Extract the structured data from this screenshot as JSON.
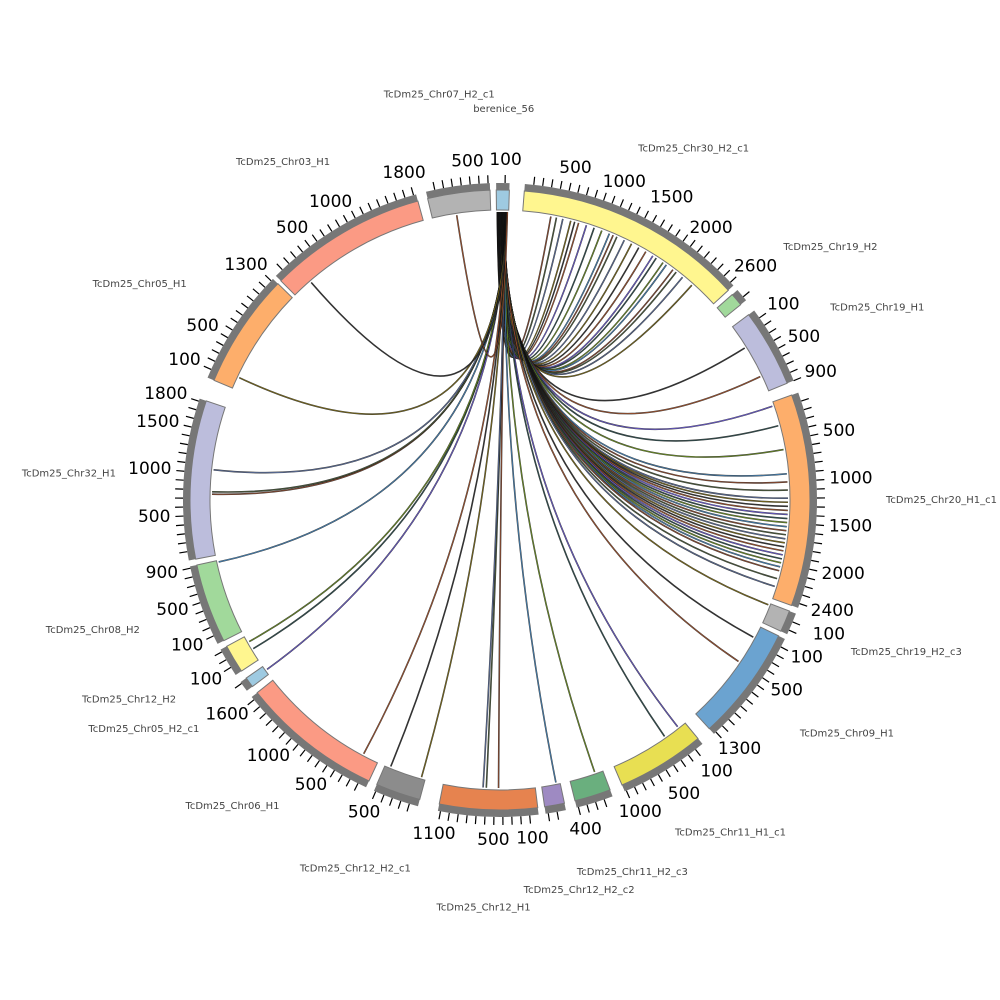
{
  "title": "Circos link plot",
  "segments": [
    {
      "name": "berenice_56",
      "length": 150,
      "color": "#9ecae1"
    },
    {
      "name": "TcDm25_Chr30_H2_c1",
      "length": 2650,
      "color": "#fff68f"
    },
    {
      "name": "TcDm25_Chr19_H2",
      "length": 150,
      "color": "#a1d99b"
    },
    {
      "name": "TcDm25_Chr19_H1",
      "length": 900,
      "color": "#bcbddc"
    },
    {
      "name": "TcDm25_Chr20_H1_c1",
      "length": 2450,
      "color": "#fdae6b"
    },
    {
      "name": "TcDm25_Chr19_H2_c3",
      "length": 250,
      "color": "#b3b3b3"
    },
    {
      "name": "TcDm25_Chr09_H1",
      "length": 1330,
      "color": "#6ba3d0"
    },
    {
      "name": "TcDm25_Chr11_H1_c1",
      "length": 1020,
      "color": "#e8df52"
    },
    {
      "name": "TcDm25_Chr11_H2_c3",
      "length": 420,
      "color": "#6aaf7e"
    },
    {
      "name": "TcDm25_Chr12_H2_c2",
      "length": 230,
      "color": "#9e8ac2"
    },
    {
      "name": "TcDm25_Chr12_H1",
      "length": 1130,
      "color": "#e6834f"
    },
    {
      "name": "TcDm25_Chr12_H2_c1",
      "length": 520,
      "color": "#8c8c8c"
    },
    {
      "name": "TcDm25_Chr06_H1",
      "length": 1640,
      "color": "#fb9a84"
    },
    {
      "name": "TcDm25_Chr05_H2_c1",
      "length": 120,
      "color": "#9ecae1"
    },
    {
      "name": "TcDm25_Chr12_H2",
      "length": 330,
      "color": "#fff68f"
    },
    {
      "name": "TcDm25_Chr08_H2",
      "length": 920,
      "color": "#a1d99b"
    },
    {
      "name": "TcDm25_Chr32_H1",
      "length": 1830,
      "color": "#bcbddc"
    },
    {
      "name": "TcDm25_Chr05_H1",
      "length": 1330,
      "color": "#fdae6b"
    },
    {
      "name": "TcDm25_Chr03_H1",
      "length": 1830,
      "color": "#fb9a84"
    },
    {
      "name": "TcDm25_Chr07_H2_c1",
      "length": 720,
      "color": "#b3b3b3"
    }
  ],
  "link_palette": [
    "#8c4a2f",
    "#4a5a3a",
    "#5b6e9a",
    "#7a6a1a",
    "#333333",
    "#a0522d",
    "#6a5acd",
    "#2f4f4f",
    "#6b8e23",
    "#4682b4"
  ],
  "links": [
    [
      1,
      350
    ],
    [
      1,
      420
    ],
    [
      1,
      500
    ],
    [
      1,
      600
    ],
    [
      1,
      650
    ],
    [
      1,
      700
    ],
    [
      1,
      800
    ],
    [
      1,
      900
    ],
    [
      1,
      1000
    ],
    [
      1,
      1100
    ],
    [
      1,
      1150
    ],
    [
      1,
      1200
    ],
    [
      1,
      1300
    ],
    [
      1,
      1400
    ],
    [
      1,
      1500
    ],
    [
      1,
      1600
    ],
    [
      1,
      1700
    ],
    [
      1,
      1750
    ],
    [
      1,
      1850
    ],
    [
      1,
      1900
    ],
    [
      1,
      2000
    ],
    [
      1,
      2050
    ],
    [
      1,
      2150
    ],
    [
      1,
      2300
    ],
    [
      3,
      300
    ],
    [
      3,
      700
    ],
    [
      4,
      50
    ],
    [
      4,
      300
    ],
    [
      4,
      600
    ],
    [
      4,
      900
    ],
    [
      4,
      1000
    ],
    [
      4,
      1100
    ],
    [
      4,
      1200
    ],
    [
      4,
      1250
    ],
    [
      4,
      1300
    ],
    [
      4,
      1350
    ],
    [
      4,
      1400
    ],
    [
      4,
      1450
    ],
    [
      4,
      1500
    ],
    [
      4,
      1550
    ],
    [
      4,
      1600
    ],
    [
      4,
      1650
    ],
    [
      4,
      1700
    ],
    [
      4,
      1750
    ],
    [
      4,
      1800
    ],
    [
      4,
      1850
    ],
    [
      4,
      1900
    ],
    [
      4,
      1950
    ],
    [
      4,
      2000
    ],
    [
      4,
      2050
    ],
    [
      4,
      2100
    ],
    [
      4,
      2200
    ],
    [
      4,
      2300
    ],
    [
      5,
      20
    ],
    [
      6,
      150
    ],
    [
      6,
      500
    ],
    [
      7,
      100
    ],
    [
      7,
      300
    ],
    [
      8,
      100
    ],
    [
      9,
      50
    ],
    [
      10,
      450
    ],
    [
      10,
      600
    ],
    [
      10,
      640
    ],
    [
      11,
      50
    ],
    [
      11,
      450
    ],
    [
      12,
      200
    ],
    [
      13,
      60
    ],
    [
      14,
      150
    ],
    [
      14,
      250
    ],
    [
      15,
      900
    ],
    [
      16,
      750
    ],
    [
      16,
      780
    ],
    [
      16,
      1050
    ],
    [
      17,
      150
    ],
    [
      18,
      250
    ],
    [
      19,
      300
    ]
  ]
}
